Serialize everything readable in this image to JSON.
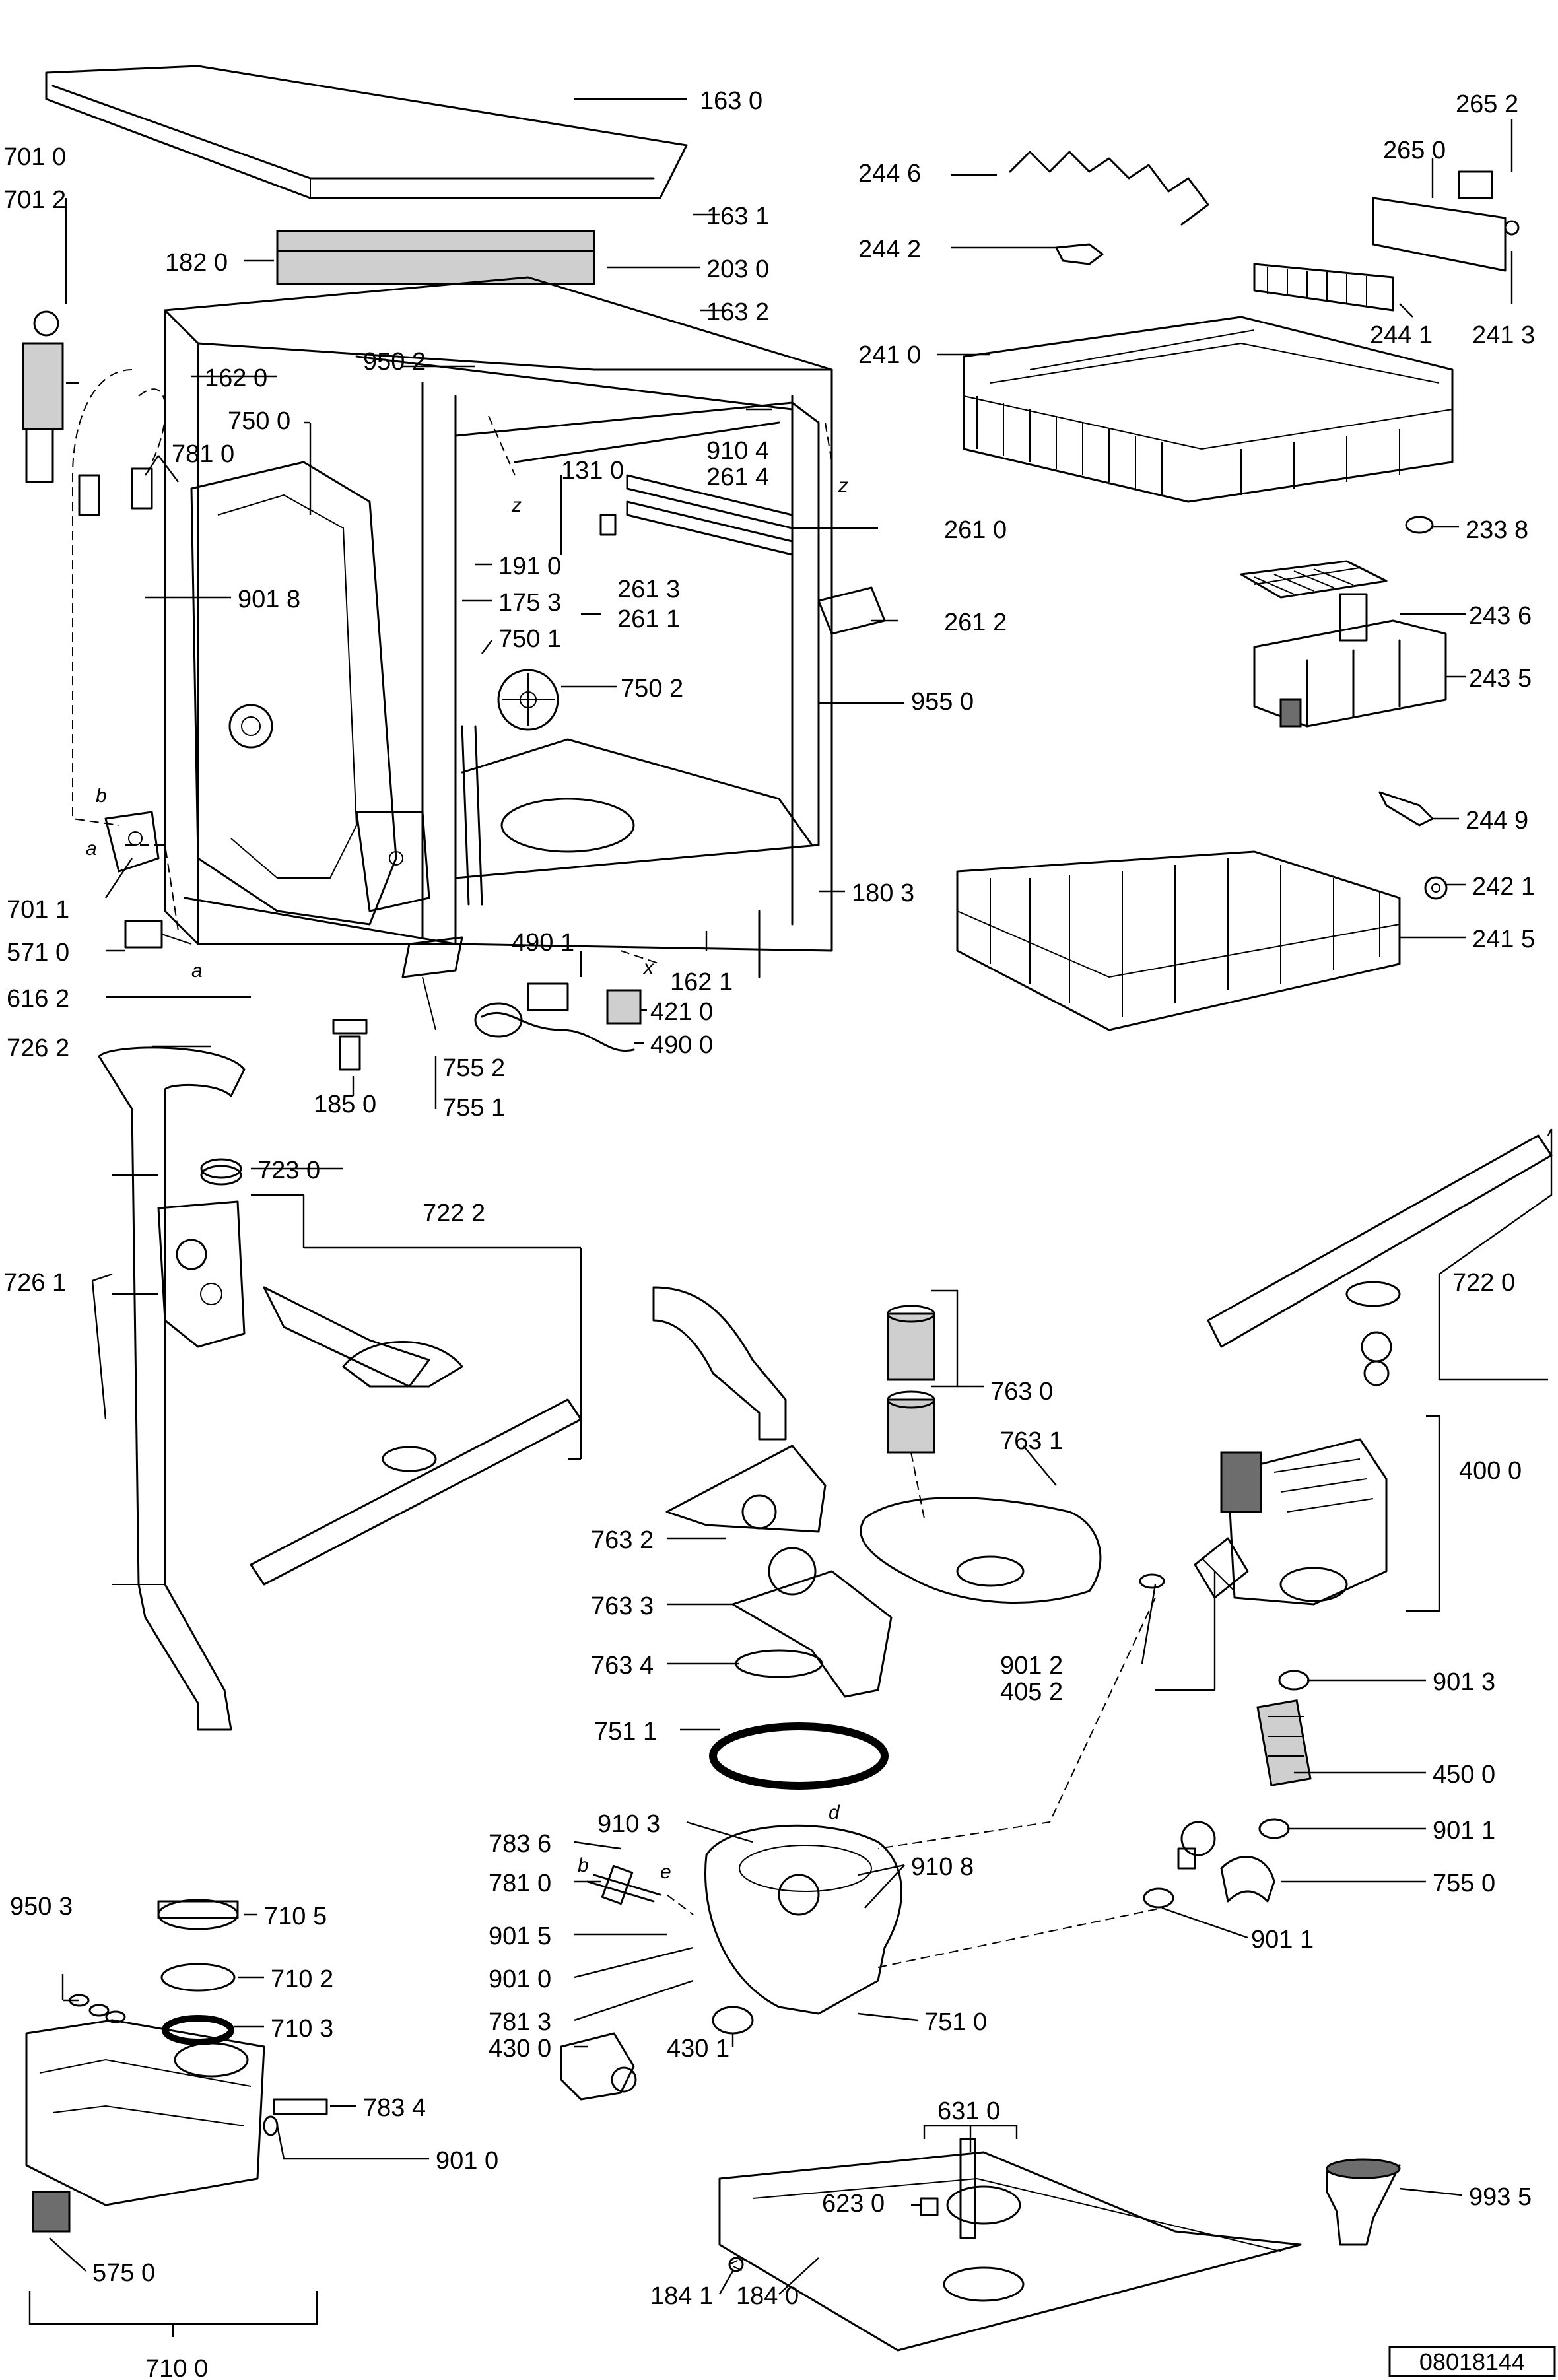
{
  "drawing_number": "08018144",
  "part_labels": [
    "163 0",
    "163 1",
    "182 0",
    "203 0",
    "163 2",
    "162 0",
    "950 2",
    "750 0",
    "781 0",
    "701 0",
    "701 2",
    "910 4",
    "131 0",
    "261 4",
    "261 0",
    "261 3",
    "261 1",
    "261 2",
    "191 0",
    "175 3",
    "750 1",
    "750 2",
    "901 8",
    "955 0",
    "180 3",
    "701 1",
    "571 0",
    "616 2",
    "490 1",
    "421 0",
    "490 0",
    "162 1",
    "726 2",
    "185 0",
    "755 2",
    "755 1",
    "723 0",
    "722 2",
    "726 1",
    "244 6",
    "265 2",
    "265 0",
    "244 2",
    "244 1",
    "241 3",
    "241 0",
    "233 8",
    "243 6",
    "243 5",
    "244 9",
    "242 1",
    "241 5",
    "722 0",
    "763 0",
    "763 1",
    "400 0",
    "763 2",
    "763 3",
    "763 4",
    "901 2",
    "405 2",
    "901 3",
    "751 1",
    "450 0",
    "910 3",
    "910 8",
    "901 1",
    "783 6",
    "781 0",
    "755 0",
    "901 5",
    "901 0",
    "901 1",
    "781 3",
    "751 0",
    "430 0",
    "430 1",
    "950 3",
    "710 5",
    "710 2",
    "710 3",
    "783 4",
    "901 0",
    "575 0",
    "710 0",
    "631 0",
    "623 0",
    "993 5",
    "184 1",
    "184 0"
  ],
  "letter_markers": [
    "b",
    "a",
    "a",
    "z",
    "z",
    "x",
    "d",
    "b",
    "e"
  ]
}
